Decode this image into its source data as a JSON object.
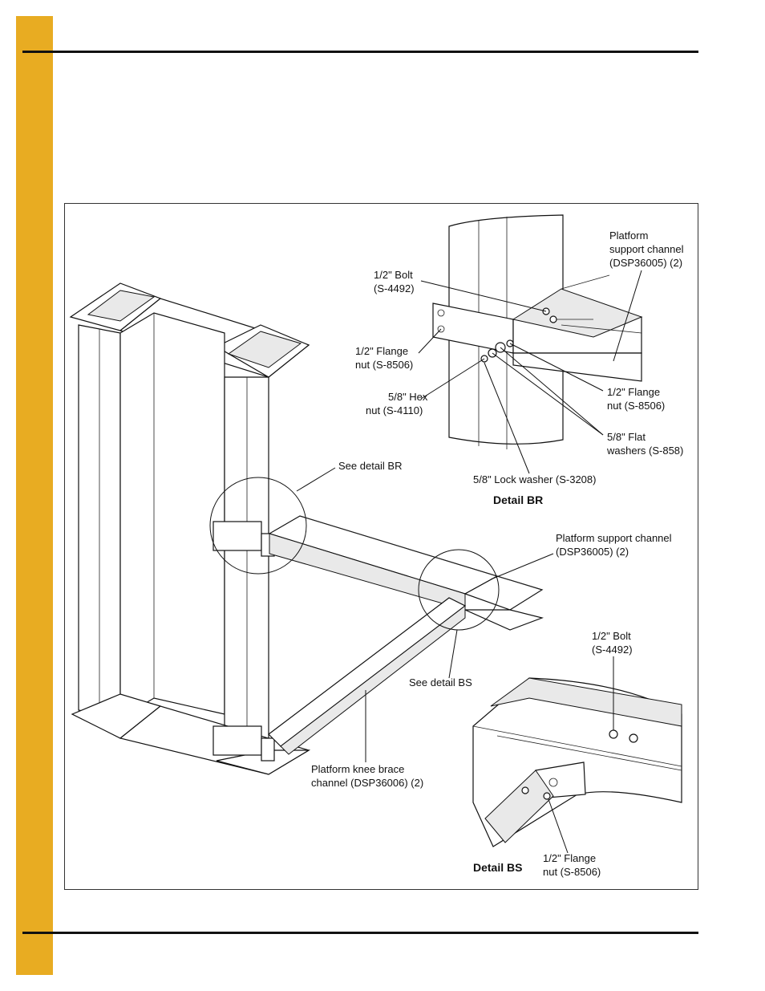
{
  "page": {
    "accent_color": "#e8ac22"
  },
  "figure": {
    "detail_br": {
      "title": "Detail BR",
      "labels": {
        "support_channel_l1": "Platform",
        "support_channel_l2": "support channel",
        "support_channel_l3": "(DSP36005) (2)",
        "bolt_l1": "1/2\" Bolt",
        "bolt_l2": "(S-4492)",
        "flange_nut_left_l1": "1/2\" Flange",
        "flange_nut_left_l2": "nut (S-8506)",
        "hex_nut_l1": "5/8\" Hex",
        "hex_nut_l2": "nut (S-4110)",
        "flange_nut_right_l1": "1/2\" Flange",
        "flange_nut_right_l2": "nut (S-8506)",
        "flat_washers_l1": "5/8\" Flat",
        "flat_washers_l2": "washers (S-858)",
        "lock_washer": "5/8\" Lock washer (S-3208)"
      }
    },
    "main": {
      "see_detail_br": "See detail BR",
      "support_channel_l1": "Platform support channel",
      "support_channel_l2": "(DSP36005) (2)",
      "see_detail_bs": "See detail BS",
      "knee_brace_l1": "Platform knee brace",
      "knee_brace_l2": "channel (DSP36006) (2)"
    },
    "detail_bs": {
      "title": "Detail BS",
      "labels": {
        "bolt_l1": "1/2\" Bolt",
        "bolt_l2": "(S-4492)",
        "flange_nut_l1": "1/2\" Flange",
        "flange_nut_l2": "nut (S-8506)"
      }
    }
  }
}
